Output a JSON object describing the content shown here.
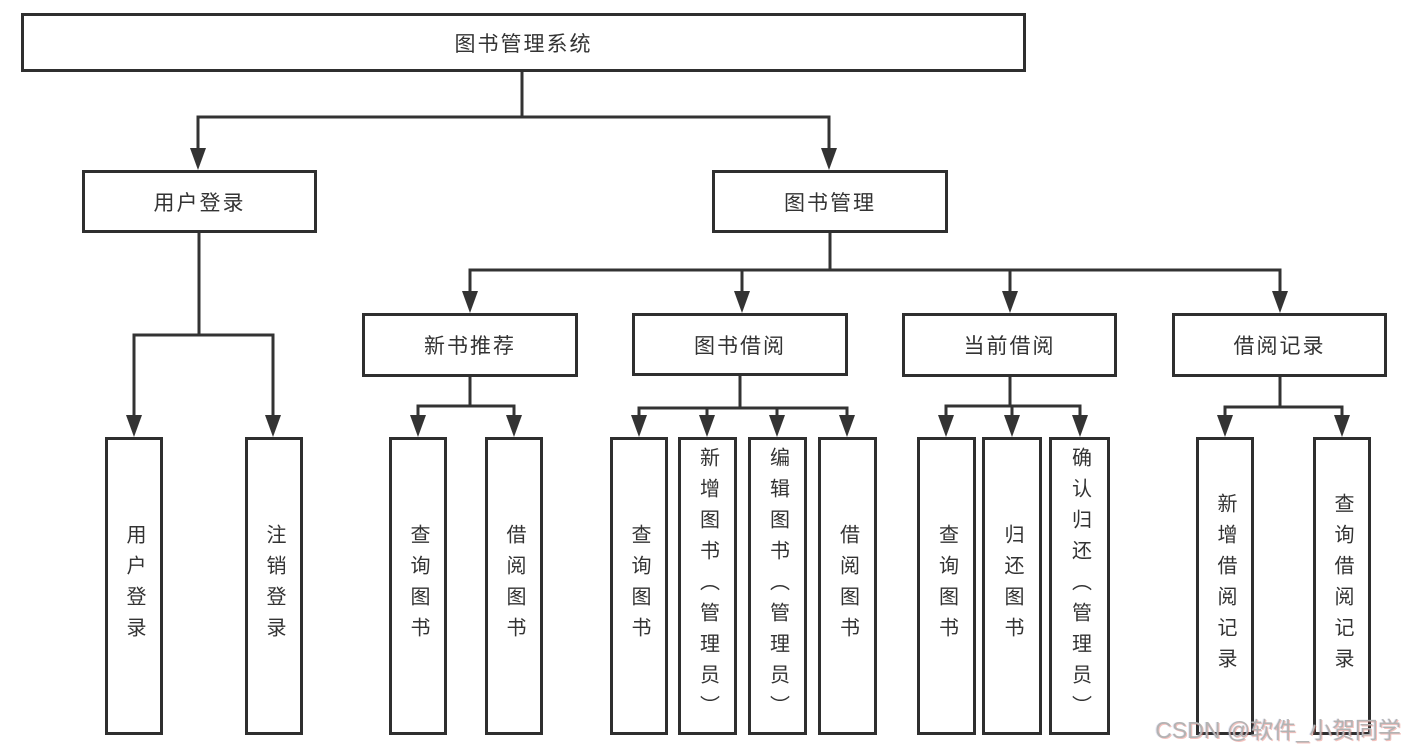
{
  "diagram": {
    "root": {
      "label": "图书管理系统"
    },
    "level2": [
      {
        "id": "user-login",
        "label": "用户登录"
      },
      {
        "id": "book-management",
        "label": "图书管理"
      }
    ],
    "level3": [
      {
        "id": "new-book-recommend",
        "label": "新书推荐"
      },
      {
        "id": "book-borrow",
        "label": "图书借阅"
      },
      {
        "id": "current-borrow",
        "label": "当前借阅"
      },
      {
        "id": "borrow-records",
        "label": "借阅记录"
      }
    ],
    "leaves": {
      "user_login": [
        {
          "label": "用户登录"
        },
        {
          "label": "注销登录"
        }
      ],
      "new_book_recommend": [
        {
          "label": "查询图书"
        },
        {
          "label": "借阅图书"
        }
      ],
      "book_borrow": [
        {
          "label": "查询图书"
        },
        {
          "label": "新增图书（管理员）"
        },
        {
          "label": "编辑图书（管理员）"
        },
        {
          "label": "借阅图书"
        }
      ],
      "current_borrow": [
        {
          "label": "查询图书"
        },
        {
          "label": "归还图书"
        },
        {
          "label": "确认归还（管理员）"
        }
      ],
      "borrow_records": [
        {
          "label": "新增借阅记录"
        },
        {
          "label": "查询借阅记录"
        }
      ]
    }
  },
  "colors": {
    "line": "#333333",
    "border": "#2f2f2f",
    "text": "#333333",
    "background": "#ffffff",
    "watermark_gray": "#b3b3b3",
    "watermark_accent": "#e6786e"
  },
  "watermark": {
    "text": "CSDN @软件_小贺同学"
  }
}
